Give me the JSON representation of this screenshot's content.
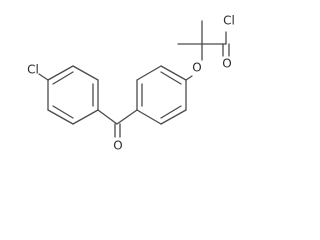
{
  "molecule": {
    "atoms": {
      "chlorine_left": "Cl",
      "carbonyl_oxygen": "O",
      "ether_oxygen": "O",
      "acyl_oxygen": "O",
      "acyl_chlorine": "Cl"
    }
  },
  "colors": {
    "bond": "#4a4a4a",
    "label": "#2b2b2b",
    "background": "#ffffff"
  }
}
